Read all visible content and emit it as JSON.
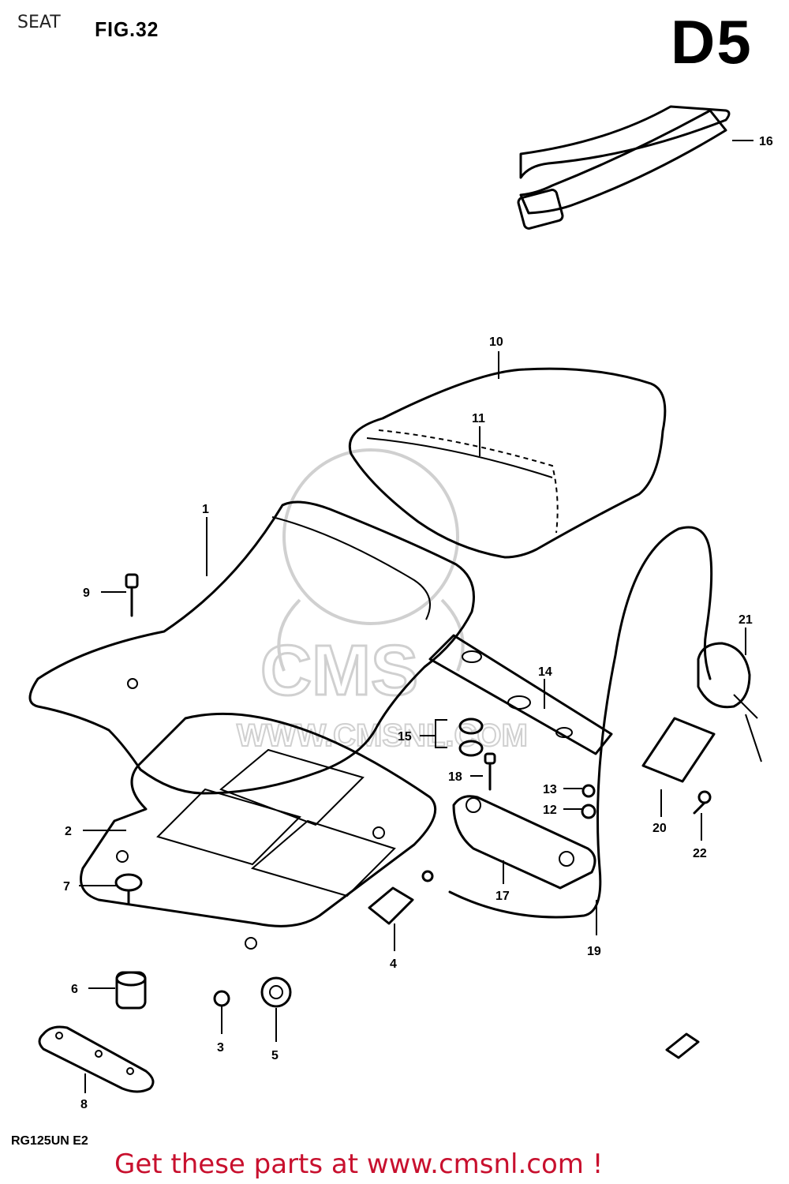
{
  "header": {
    "section": "SEAT",
    "figure": "FIG.32",
    "code": "D5"
  },
  "model_code": "RG125UN E2",
  "watermark": "WWW.CMSNL.COM",
  "footer_text": "Get these parts at www.cmsnl.com !",
  "callouts": [
    {
      "id": "c1",
      "label": "1"
    },
    {
      "id": "c2",
      "label": "2"
    },
    {
      "id": "c3",
      "label": "3"
    },
    {
      "id": "c4",
      "label": "4"
    },
    {
      "id": "c5",
      "label": "5"
    },
    {
      "id": "c6",
      "label": "6"
    },
    {
      "id": "c7",
      "label": "7"
    },
    {
      "id": "c8",
      "label": "8"
    },
    {
      "id": "c9",
      "label": "9"
    },
    {
      "id": "c10",
      "label": "10"
    },
    {
      "id": "c11",
      "label": "11"
    },
    {
      "id": "c12",
      "label": "12"
    },
    {
      "id": "c13",
      "label": "13"
    },
    {
      "id": "c14",
      "label": "14"
    },
    {
      "id": "c15",
      "label": "15"
    },
    {
      "id": "c16",
      "label": "16"
    },
    {
      "id": "c17",
      "label": "17"
    },
    {
      "id": "c18",
      "label": "18"
    },
    {
      "id": "c19",
      "label": "19"
    },
    {
      "id": "c20",
      "label": "20"
    },
    {
      "id": "c21",
      "label": "21"
    },
    {
      "id": "c22",
      "label": "22"
    }
  ]
}
